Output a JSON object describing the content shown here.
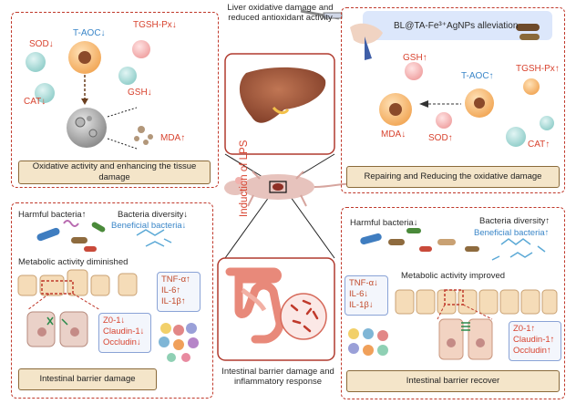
{
  "center": {
    "liver_title": "Liver oxidative damage and reduced antioxidant activity",
    "induction": "Induction of LPS",
    "intestine_title": "Intestinal barrier damage and inflammatory response"
  },
  "top_left": {
    "labels": {
      "sod": "SOD↓",
      "taoc": "T-AOC↓",
      "tgsh": "TGSH-Px↓",
      "cat": "CAT↓",
      "gsh": "GSH↓",
      "mda": "MDA↑"
    },
    "caption": "Oxidative activity and enhancing the tissue damage"
  },
  "top_right": {
    "banner": "BL@TA-Fe³⁺AgNPs alleviation",
    "labels": {
      "gsh": "GSH↑",
      "taoc": "T-AOC↑",
      "tgsh": "TGSH-Px↑",
      "mda": "MDA↓",
      "sod": "SOD↑",
      "cat": "CAT↑"
    },
    "caption": "Repairing and Reducing the oxidative damage"
  },
  "bottom_left": {
    "harmful": "Harmful bacteria↑",
    "diversity": "Bacteria diversity↓",
    "beneficial": "Beneficial bacteria↓",
    "metabolic": "Metabolic activity diminished",
    "cytokines": [
      "TNF-α↑",
      "IL-6↑",
      "IL-1β↑"
    ],
    "junctions": [
      "Z0-1↓",
      "Claudin-1↓",
      "Occludin↓"
    ],
    "caption": "Intestinal barrier damage"
  },
  "bottom_right": {
    "harmful": "Harmful bacteria↓",
    "diversity": "Bacteria diversity↑",
    "beneficial": "Beneficial bacteria↑",
    "metabolic": "Metabolic activity improved",
    "cytokines": [
      "TNF-α↓",
      "IL-6↓",
      "IL-1β↓"
    ],
    "junctions": [
      "Z0-1↑",
      "Claudin-1↑",
      "Occludin↑"
    ],
    "caption": "Intestinal barrier recover"
  },
  "colors": {
    "panel_border": "#c0392b",
    "caption_fill": "#f4e5c9",
    "red_text": "#d8432f",
    "blue_text": "#3a86c8",
    "cell_orange": "#f6b56a",
    "cell_teal": "#9fd6d3",
    "liver": "#a35a3c",
    "intestine": "#e8897a"
  }
}
